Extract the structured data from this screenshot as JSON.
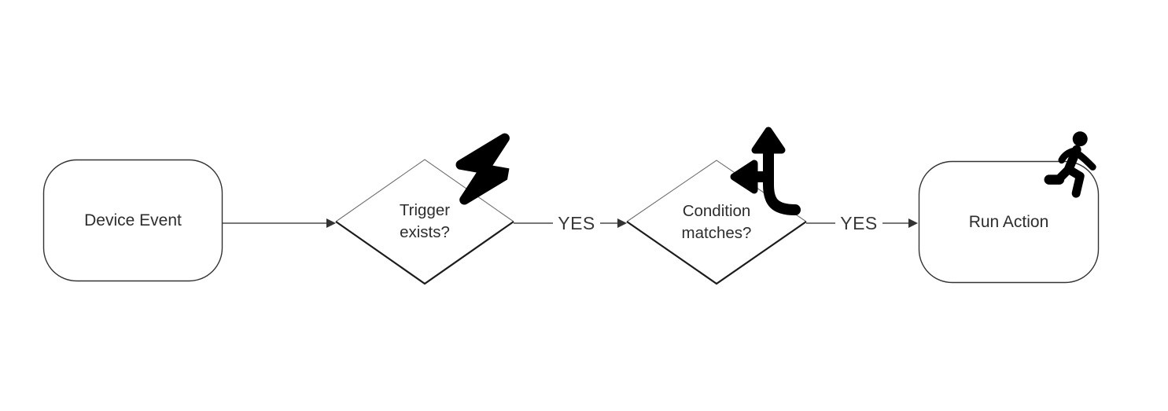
{
  "diagram": {
    "type": "flowchart",
    "direction": "left-to-right",
    "nodes": [
      {
        "id": "device-event",
        "shape": "rounded-rectangle",
        "label": "Device Event"
      },
      {
        "id": "trigger-exists",
        "shape": "diamond",
        "label": "Trigger exists?",
        "icon": "lightning-bolt-icon"
      },
      {
        "id": "condition-matches",
        "shape": "diamond",
        "label": "Condition matches?",
        "icon": "fork-directions-icon"
      },
      {
        "id": "run-action",
        "shape": "rounded-rectangle",
        "label": "Run Action",
        "icon": "runner-icon"
      }
    ],
    "edges": [
      {
        "from": "device-event",
        "to": "trigger-exists",
        "label": ""
      },
      {
        "from": "trigger-exists",
        "to": "condition-matches",
        "label": "YES"
      },
      {
        "from": "condition-matches",
        "to": "run-action",
        "label": "YES"
      }
    ],
    "colors": {
      "background": "#ffffff",
      "node_border": "#333333",
      "diamond_edge_light": "#6f6f6f",
      "diamond_edge_dark": "#1c1c1c",
      "connector": "#4a4a4a",
      "arrowhead": "#333333",
      "text": "#2d2d2d",
      "icon": "#000000"
    }
  }
}
